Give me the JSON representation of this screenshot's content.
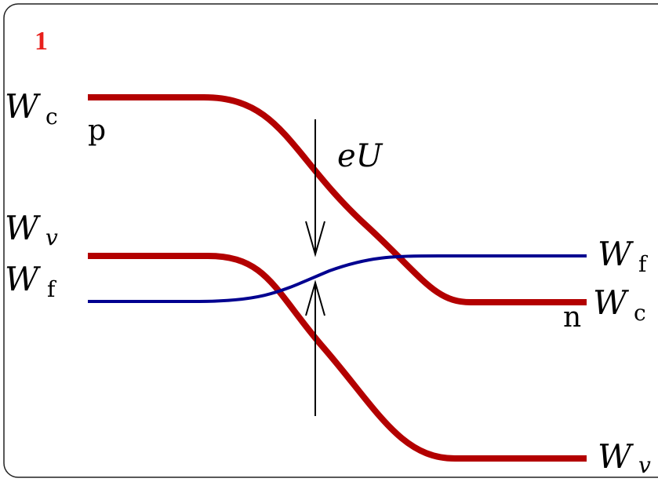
{
  "panel": {
    "number": "1",
    "number_color": "#e8201c",
    "border_color": "#222222"
  },
  "colors": {
    "band": "#b30000",
    "fermi": "#000090",
    "arrow": "#000000"
  },
  "labels": {
    "left_wc": {
      "main": "W",
      "sub": "c"
    },
    "left_wv": {
      "main": "W",
      "sub": "v"
    },
    "left_wf": {
      "main": "W",
      "sub": "f"
    },
    "right_wf": {
      "main": "W",
      "sub": "f"
    },
    "right_wc": {
      "main": "W",
      "sub": "c"
    },
    "right_wv": {
      "main": "W",
      "sub": "v"
    },
    "p_region": "p",
    "n_region": "n",
    "barrier": "eU"
  }
}
